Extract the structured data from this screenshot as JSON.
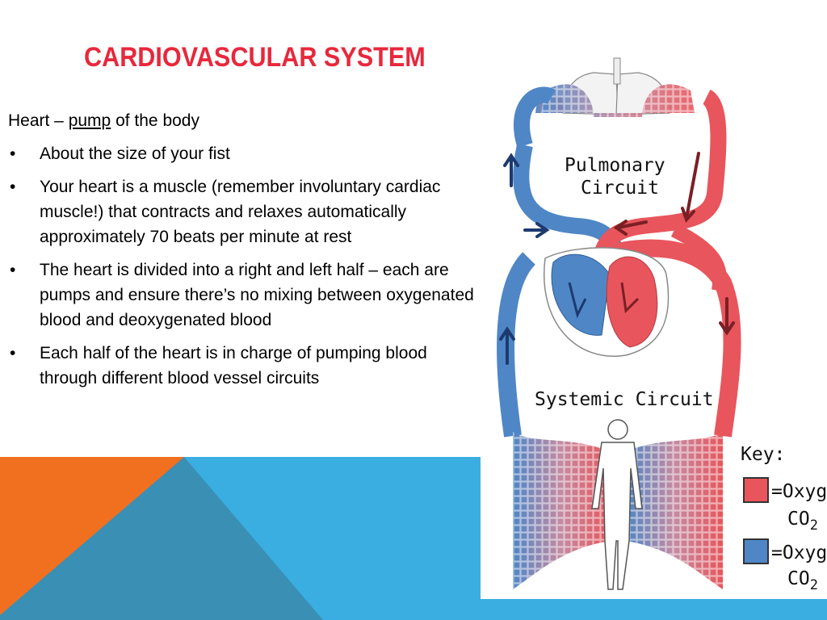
{
  "slide": {
    "title": "CARDIOVASCULAR SYSTEM",
    "intro": {
      "prefix": "Heart – ",
      "underlined": "pump",
      "suffix": " of the body"
    },
    "bullets": [
      "About the size of your fist",
      "Your heart is a muscle (remember involuntary cardiac muscle!) that contracts and relaxes automatically approximately 70 beats per minute at rest",
      "The heart is divided into a right and left half – each are pumps and ensure there’s no mixing between oxygenated blood and deoxygenated blood",
      "Each half of the heart is in charge of pumping blood through different blood vessel circuits"
    ],
    "bullet_symbol": "•"
  },
  "diagram": {
    "pulmonary_label_line1": "Pulmonary",
    "pulmonary_label_line2": "Circuit",
    "systemic_label": "Systemic Circuit",
    "key_title": "Key:",
    "key_oxygen_rich": "=Oxyg",
    "key_oxygen_poor": "=Oxyg",
    "key_co2": "CO",
    "key_co2_sub": "2"
  },
  "colors": {
    "title": "#e8283c",
    "oxygenated": "#e8555c",
    "deoxygenated": "#4f86c6",
    "orange": "#f07020",
    "blue_light": "#3aaee0",
    "blue_dark": "#3a8fb5"
  }
}
